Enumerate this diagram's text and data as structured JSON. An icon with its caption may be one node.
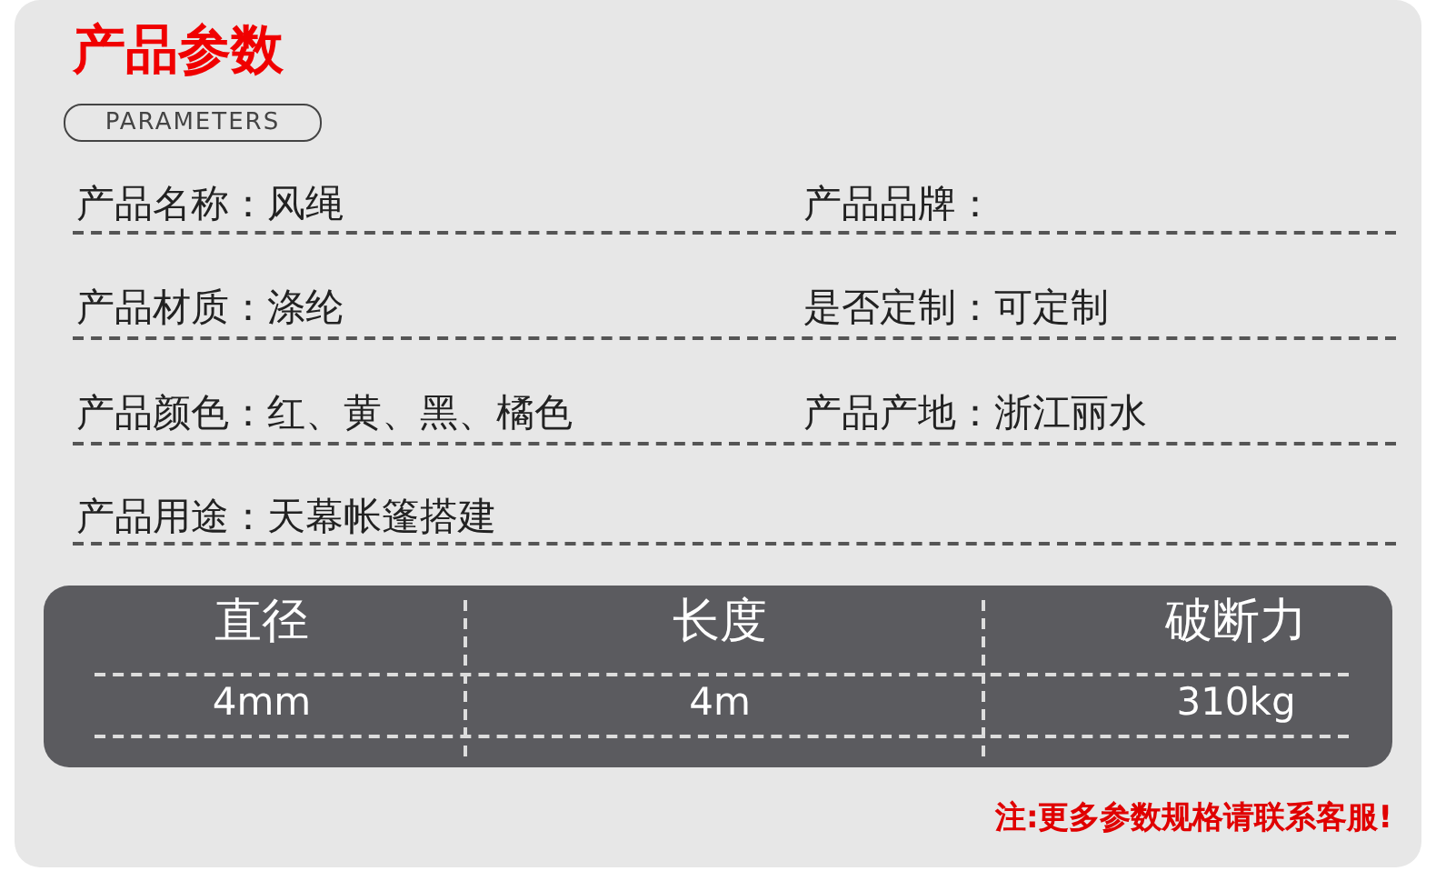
{
  "diagram": {
    "title": "产品参数",
    "labels": [
      "PARAMETERS",
      "产品名称：风绳",
      "产品品牌：",
      "产品材质：涤纶",
      "是否定制：可定制",
      "产品颜色：红、黄、黑、橘色",
      "产品产地：浙江丽水",
      "产品用途：天幕帐篷搭建",
      "直径",
      "长度",
      "破断力",
      "4mm",
      "4m",
      "310kg",
      "注:更多参数规格请联系客服!"
    ]
  }
}
